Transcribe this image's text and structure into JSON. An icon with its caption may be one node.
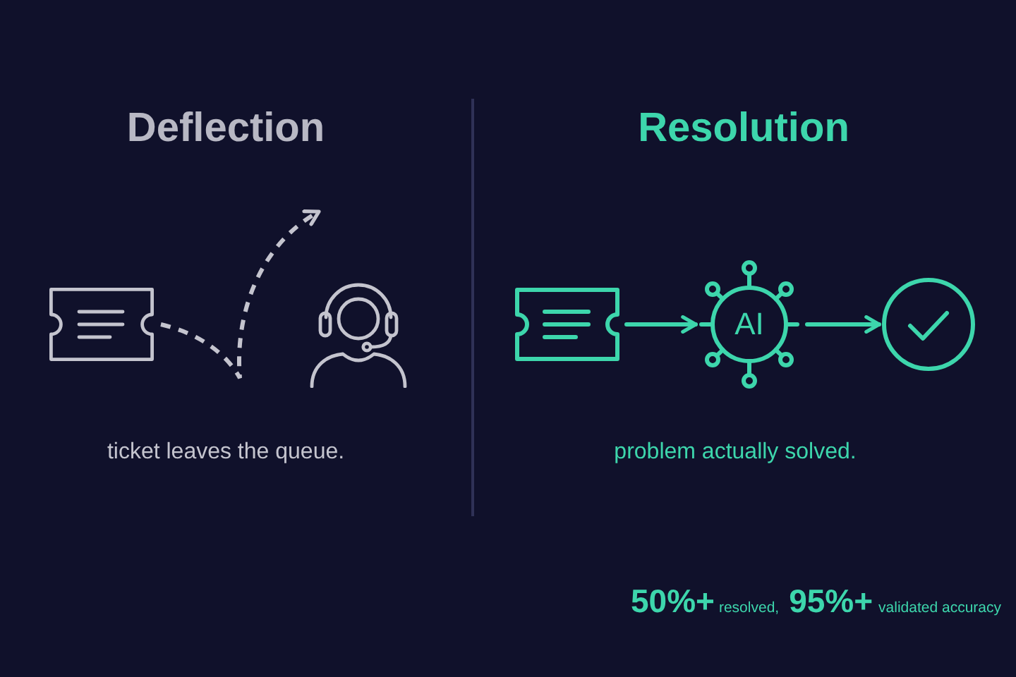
{
  "diagram": {
    "nodes": [
      {
        "text": [],
        "shape": "picture"
      },
      {
        "text": [],
        "shape": "picture"
      },
      {
        "text": [],
        "shape": "picture"
      },
      {
        "text": [
          "AI"
        ]
      },
      {
        "text": [],
        "shape": "circle"
      }
    ],
    "edges": [
      {
        "from": 0,
        "to": null,
        "arrow": "to",
        "style": "dashed",
        "color": "#c4c4ce"
      },
      {
        "from": 2,
        "to": 3,
        "arrow": "to"
      },
      {
        "from": 3,
        "to": 4,
        "arrow": "to"
      }
    ],
    "labels": [
      "Deflection",
      "Resolution",
      "ticket leaves the queue.",
      "problem actually solved.",
      "50%+",
      "resolved,",
      "95%+",
      "validated accuracy"
    ]
  }
}
